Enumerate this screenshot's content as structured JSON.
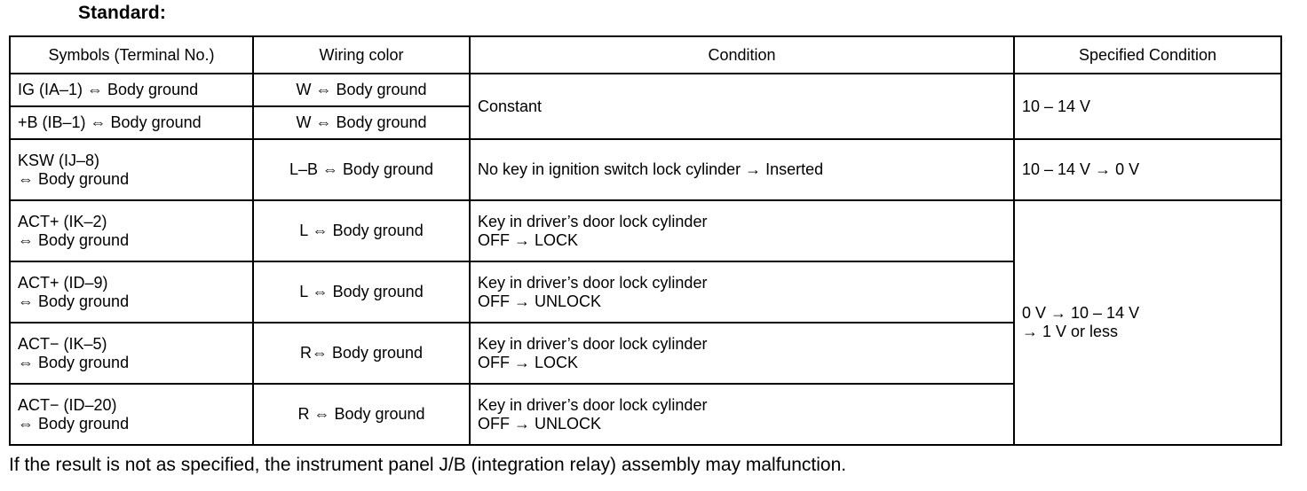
{
  "page": {
    "title": "Standard:",
    "footer_note": "If the result is not as specified, the instrument panel J/B (integration relay) assembly may malfunction."
  },
  "table": {
    "headers": {
      "symbols": "Symbols (Terminal No.)",
      "wiring_color": "Wiring color",
      "condition": "Condition",
      "specified_condition": "Specified Condition"
    },
    "rows": [
      {
        "symbols_l1": "IG (IA–1) ⇔ Body ground",
        "symbols_l2": "",
        "wiring": "W ⇔ Body ground",
        "condition_l1": "Constant",
        "condition_l2": "",
        "spec_l1": "10 – 14 V",
        "spec_l2": ""
      },
      {
        "symbols_l1": "+B (IB–1) ⇔ Body ground",
        "symbols_l2": "",
        "wiring": "W ⇔ Body ground",
        "condition_l1": "",
        "condition_l2": "",
        "spec_l1": "",
        "spec_l2": ""
      },
      {
        "symbols_l1": "KSW (IJ–8)",
        "symbols_l2": "⇔ Body ground",
        "wiring": "L–B ⇔ Body ground",
        "condition_l1": "No key in ignition switch lock cylinder → Inserted",
        "condition_l2": "",
        "spec_l1": "10 – 14 V → 0 V",
        "spec_l2": ""
      },
      {
        "symbols_l1": "ACT+ (IK–2)",
        "symbols_l2": "⇔ Body ground",
        "wiring": "L ⇔ Body ground",
        "condition_l1": "Key in driver’s door lock cylinder",
        "condition_l2": "OFF → LOCK",
        "spec_l1": "0 V → 10 – 14 V",
        "spec_l2": "→ 1 V or less"
      },
      {
        "symbols_l1": "ACT+ (ID–9)",
        "symbols_l2": "⇔ Body ground",
        "wiring": "L ⇔ Body ground",
        "condition_l1": "Key in driver’s door lock cylinder",
        "condition_l2": "OFF → UNLOCK",
        "spec_l1": "",
        "spec_l2": ""
      },
      {
        "symbols_l1": "ACT− (IK–5)",
        "symbols_l2": "⇔ Body ground",
        "wiring": "R⇔ Body ground",
        "condition_l1": "Key in driver’s door lock cylinder",
        "condition_l2": "OFF → LOCK",
        "spec_l1": "",
        "spec_l2": ""
      },
      {
        "symbols_l1": "ACT− (ID–20)",
        "symbols_l2": "⇔ Body ground",
        "wiring": "R ⇔ Body ground",
        "condition_l1": "Key in driver’s door lock cylinder",
        "condition_l2": "OFF → UNLOCK",
        "spec_l1": "",
        "spec_l2": ""
      }
    ]
  }
}
